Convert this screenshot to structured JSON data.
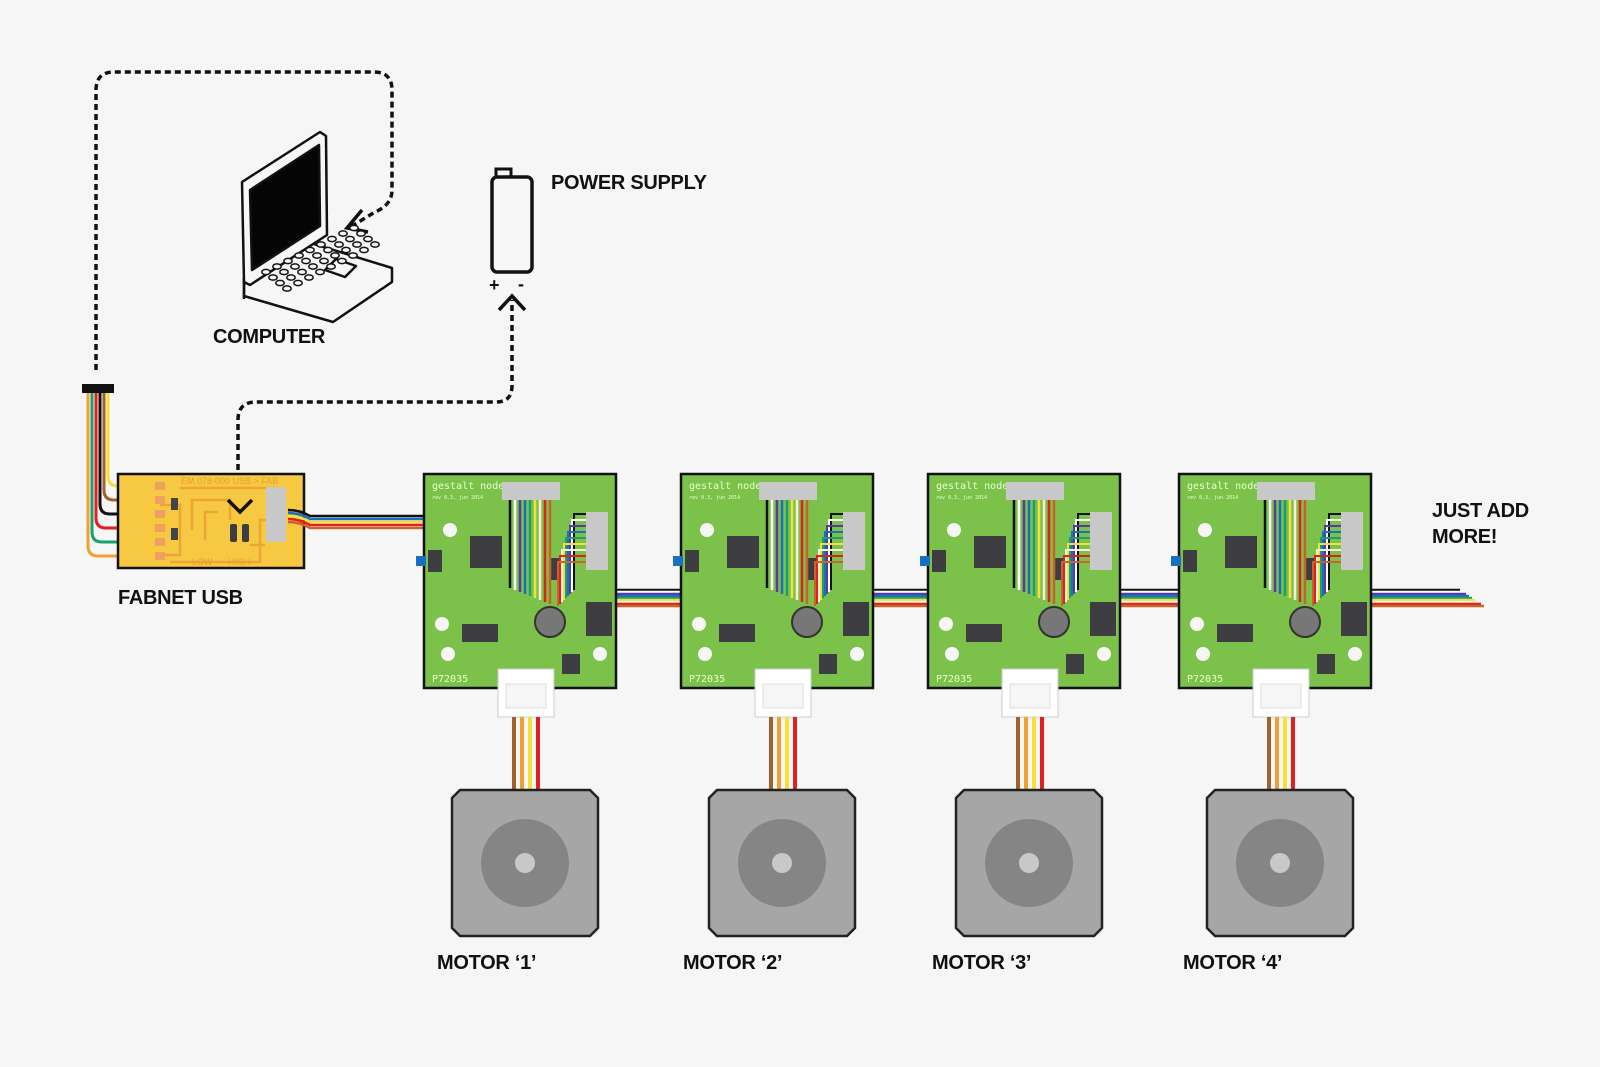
{
  "title": "Gestalt node network wiring diagram",
  "labels": {
    "computer": "COMPUTER",
    "power_supply": "POWER SUPPLY",
    "fabnet_usb": "FABNET USB",
    "just_add_more": "JUST ADD MORE!"
  },
  "power_terminals": {
    "plus": "+",
    "minus": "-"
  },
  "fabnet_board": {
    "silkscreen": "EM 078-000 USB > FAB",
    "jumper_low": "LOW",
    "jumper_high": "HIGH",
    "wire_colors": [
      "#f5e03a",
      "#a0622d",
      "#111111",
      "#e02020",
      "#18a070",
      "#f0a030"
    ]
  },
  "nodes": [
    {
      "title": "gestalt node",
      "rev": "rev 0.3, jun 2014",
      "id": "P72035",
      "motor_label": "MOTOR ‘1’"
    },
    {
      "title": "gestalt node",
      "rev": "rev 0.3, jun 2014",
      "id": "P72035",
      "motor_label": "MOTOR ‘2’"
    },
    {
      "title": "gestalt node",
      "rev": "rev 0.3, jun 2014",
      "id": "P72035",
      "motor_label": "MOTOR ‘3’"
    },
    {
      "title": "gestalt node",
      "rev": "rev 0.3, jun 2014",
      "id": "P72035",
      "motor_label": "MOTOR ‘4’"
    }
  ],
  "bus_colors": [
    "#111111",
    "#ffffff",
    "#5a3aa0",
    "#1a70c0",
    "#18a070",
    "#f5e03a",
    "#f6efe0",
    "#e02020",
    "#c8642a"
  ],
  "motor_wire_colors": [
    "#a0622d",
    "#f0a030",
    "#f5e03a",
    "#e02020"
  ],
  "colors": {
    "background": "#f6f6f6",
    "pcb_green": "#7cc24a",
    "fabnet_yellow": "#f7c842",
    "motor_gray": "#a6a6a6",
    "motor_rotor": "#858585",
    "chip": "#3e3e42"
  },
  "icons": [
    "laptop-icon",
    "battery-icon",
    "stepper-motor-icon",
    "pcb-icon",
    "usb-board-icon",
    "arrow-icon"
  ]
}
